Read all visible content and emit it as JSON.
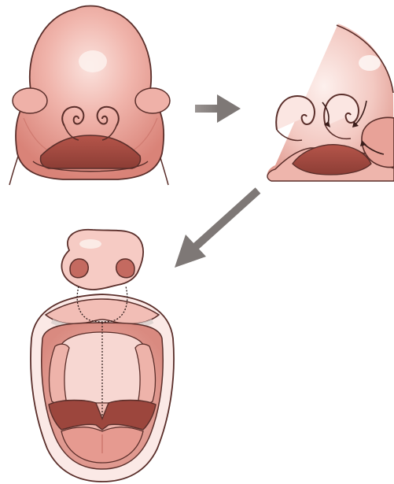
{
  "colors": {
    "background": "#ffffff",
    "skin_light": "#f6c8c2",
    "skin_mid": "#e9a39a",
    "skin_dark": "#c97066",
    "cavity_dark": "#8c3d35",
    "outline": "#5a2e2a",
    "arrow": "#8a8482",
    "highlight": "#fbe6e2"
  },
  "panels": [
    {
      "name": "embryo-face-front-view"
    },
    {
      "name": "embryo-face-side-view"
    },
    {
      "name": "nose-and-palate-view"
    }
  ],
  "arrows": [
    {
      "name": "arrow-right",
      "direction": "right"
    },
    {
      "name": "arrow-down-left",
      "direction": "down-left"
    }
  ]
}
